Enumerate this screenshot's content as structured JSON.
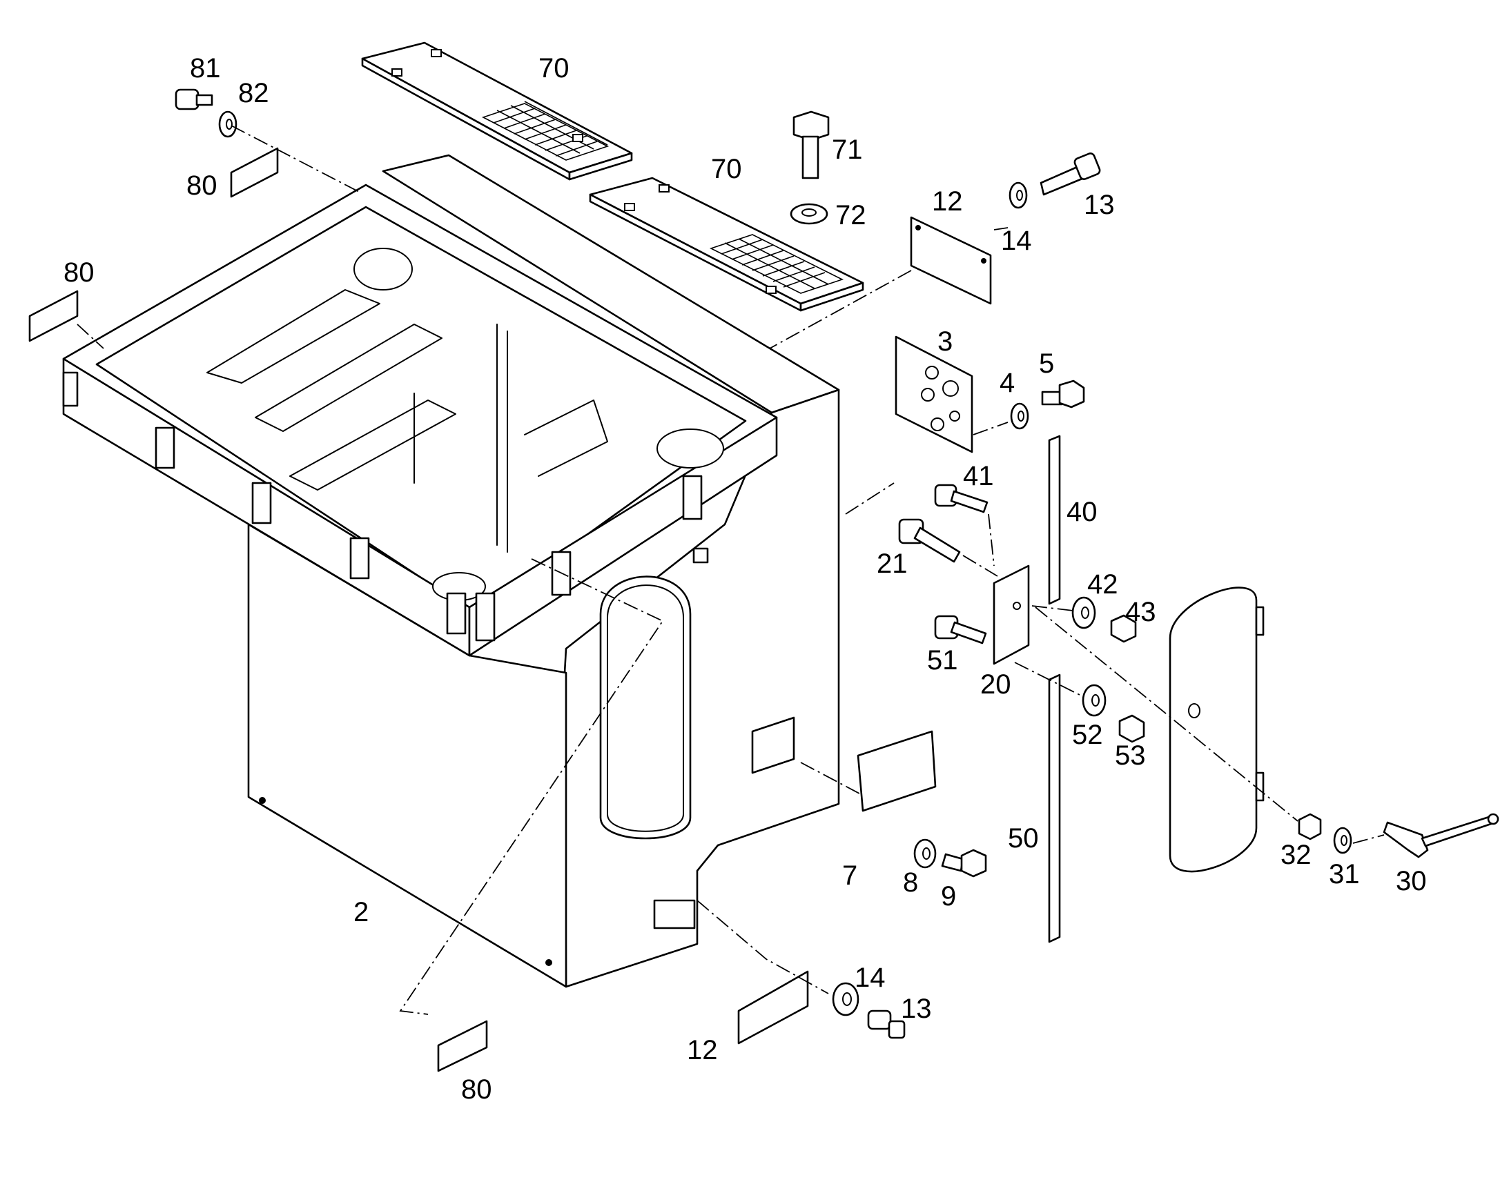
{
  "diagram": {
    "type": "exploded-parts-view",
    "callouts": [
      {
        "id": "c70a",
        "label": "70"
      },
      {
        "id": "c70b",
        "label": "70"
      },
      {
        "id": "c71",
        "label": "71"
      },
      {
        "id": "c72",
        "label": "72"
      },
      {
        "id": "c81",
        "label": "81"
      },
      {
        "id": "c82",
        "label": "82"
      },
      {
        "id": "c80a",
        "label": "80"
      },
      {
        "id": "c80b",
        "label": "80"
      },
      {
        "id": "c80c",
        "label": "80"
      },
      {
        "id": "c12a",
        "label": "12"
      },
      {
        "id": "c12b",
        "label": "12"
      },
      {
        "id": "c13a",
        "label": "13"
      },
      {
        "id": "c13b",
        "label": "13"
      },
      {
        "id": "c14a",
        "label": "14"
      },
      {
        "id": "c14b",
        "label": "14"
      },
      {
        "id": "c3",
        "label": "3"
      },
      {
        "id": "c4",
        "label": "4"
      },
      {
        "id": "c5",
        "label": "5"
      },
      {
        "id": "c40",
        "label": "40"
      },
      {
        "id": "c41",
        "label": "41"
      },
      {
        "id": "c42",
        "label": "42"
      },
      {
        "id": "c43",
        "label": "43"
      },
      {
        "id": "c21",
        "label": "21"
      },
      {
        "id": "c51",
        "label": "51"
      },
      {
        "id": "c20",
        "label": "20"
      },
      {
        "id": "c52",
        "label": "52"
      },
      {
        "id": "c53",
        "label": "53"
      },
      {
        "id": "c50",
        "label": "50"
      },
      {
        "id": "c7",
        "label": "7"
      },
      {
        "id": "c8",
        "label": "8"
      },
      {
        "id": "c9",
        "label": "9"
      },
      {
        "id": "c2",
        "label": "2"
      },
      {
        "id": "c32",
        "label": "32"
      },
      {
        "id": "c31",
        "label": "31"
      },
      {
        "id": "c30",
        "label": "30"
      }
    ]
  }
}
